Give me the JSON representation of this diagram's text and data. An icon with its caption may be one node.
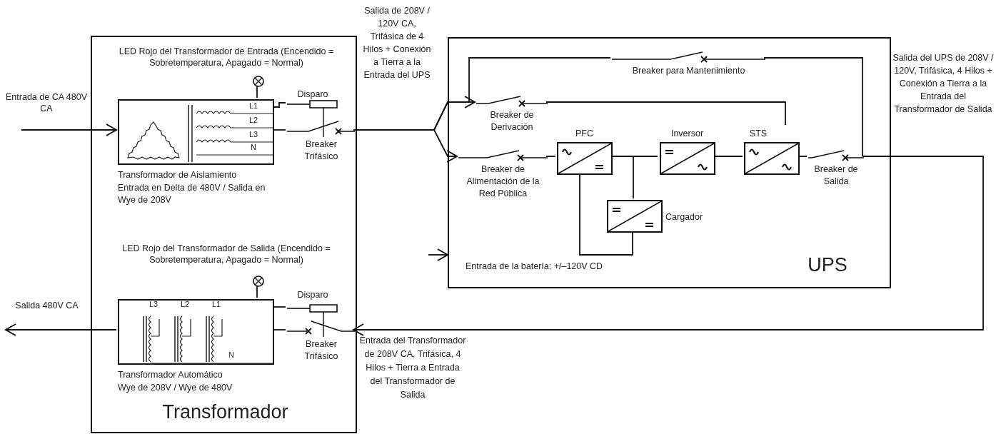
{
  "diagram": {
    "nodes": [
      {
        "text": [
          "Transformador"
        ]
      },
      {
        "text": [
          "LED Rojo del Transformador de Entrada (Encendido = Sobretemperatura, Apagado = Normal)"
        ],
        "in": 0
      },
      {
        "text": [
          "Transformador de Aislamiento",
          "Entrada en Delta de 480V / Salida en Wye de 208V"
        ],
        "in": 0
      },
      {
        "text": [
          "Disparo",
          "Breaker Trifásico"
        ],
        "in": 0
      },
      {
        "text": [
          "LED Rojo del Transformador de Salida (Encendido = Sobretemperatura, Apagado = Normal)"
        ],
        "in": 0
      },
      {
        "text": [
          "Transformador Automático",
          "Wye de 208V / Wye de 480V"
        ],
        "in": 0
      },
      {
        "text": [
          "Disparo",
          "Breaker Trifásico"
        ],
        "in": 0
      },
      {
        "text": [
          "UPS"
        ]
      },
      {
        "text": [
          "Breaker para Mantenimiento"
        ],
        "in": 7
      },
      {
        "text": [
          "Breaker de Derivación"
        ],
        "in": 7
      },
      {
        "text": [
          "Breaker de Alimentación de la Red Pública"
        ],
        "in": 7
      },
      {
        "text": [
          "PFC"
        ],
        "in": 7
      },
      {
        "text": [
          "Inversor"
        ],
        "in": 7
      },
      {
        "text": [
          "STS"
        ],
        "in": 7
      },
      {
        "text": [
          "Breaker de Salida"
        ],
        "in": 7
      },
      {
        "text": [
          "Cargador"
        ],
        "in": 7
      }
    ],
    "edges": [
      {
        "from": null,
        "to": 2,
        "arrow": "to",
        "label": "Entrada de CA 480V CA"
      },
      {
        "from": 1,
        "to": 2,
        "arrow": "none"
      },
      {
        "from": 2,
        "to": 3,
        "arrow": "none"
      },
      {
        "from": 2,
        "to": 3,
        "arrow": "none"
      },
      {
        "from": 3,
        "to": 9,
        "arrow": "to",
        "label": "Salida de 208V / 120V CA, Trifásica de 4 Hilos + Conexión a Tierra a la Entrada del UPS"
      },
      {
        "from": 3,
        "to": 10,
        "arrow": "to"
      },
      {
        "from": 3,
        "to": 8,
        "arrow": "none"
      },
      {
        "from": 10,
        "to": 11,
        "arrow": "none"
      },
      {
        "from": 11,
        "to": 12,
        "arrow": "none"
      },
      {
        "from": 12,
        "to": 13,
        "arrow": "none"
      },
      {
        "from": 13,
        "to": 14,
        "arrow": "none"
      },
      {
        "from": 9,
        "to": 13,
        "arrow": "none"
      },
      {
        "from": 8,
        "to": 14,
        "arrow": "none"
      },
      {
        "from": 11,
        "to": 15,
        "arrow": "none"
      },
      {
        "from": 15,
        "to": 11,
        "arrow": "none"
      },
      {
        "from": null,
        "to": 7,
        "arrow": "to"
      },
      {
        "from": 14,
        "to": 6,
        "arrow": "to",
        "label": "Salida del UPS de 208V / 120V, Trifásica, 4 Hilos + Conexión a Tierra a la Entrada del Transformador de Salida"
      },
      {
        "from": 6,
        "to": 5,
        "arrow": "none"
      },
      {
        "from": 5,
        "to": 6,
        "arrow": "none"
      },
      {
        "from": 4,
        "to": 5,
        "arrow": "none"
      },
      {
        "from": 5,
        "to": null,
        "arrow": "to",
        "label": "Salida 480V CA"
      }
    ],
    "labels": [
      "L1",
      "L2",
      "L3",
      "N",
      "Entrada de la batería: +/–120V CD",
      "L3",
      "L2",
      "L1",
      "N",
      "Entrada del Transformador de 208V CA, Trifásica, 4 Hilos + Tierra a Entrada del Transformador de Salida"
    ]
  }
}
